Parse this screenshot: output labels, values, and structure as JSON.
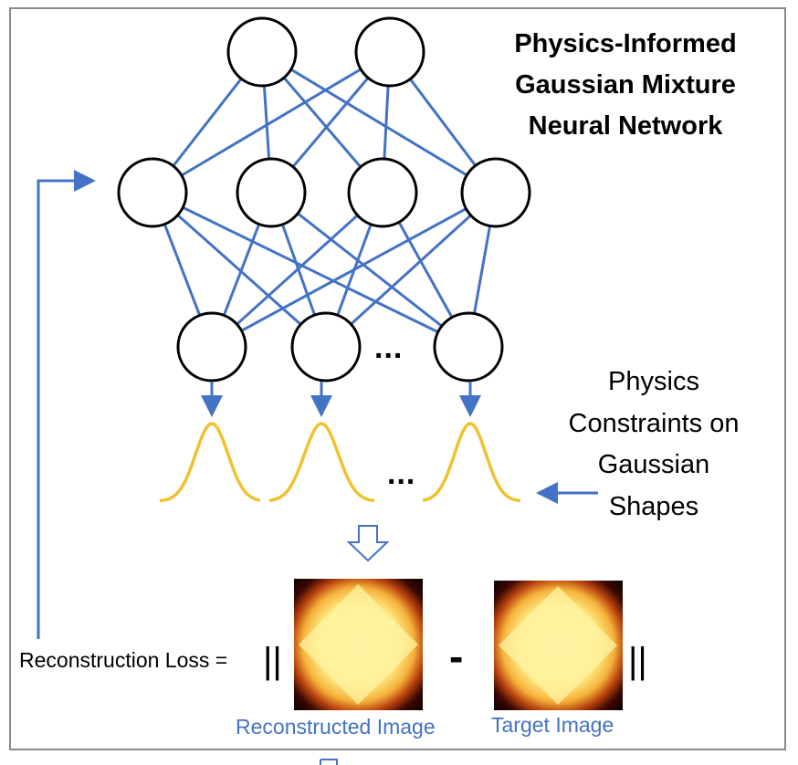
{
  "title_lines": [
    "Physics-Informed",
    "Gaussian Mixture",
    "Neural Network"
  ],
  "physics_lines": [
    "Physics",
    "Constraints on",
    "Gaussian",
    "Shapes"
  ],
  "loss_label": "Reconstruction Loss =",
  "norm_open": "||",
  "norm_close": "||",
  "minus_sign": "-",
  "ellipsis": "...",
  "reconstructed_caption": "Reconstructed Image",
  "target_caption": "Target Image",
  "colors": {
    "edge": "#4472c4",
    "gaussian": "#f2c12e",
    "node_stroke": "#000000",
    "frame": "#8a8a8a",
    "caption": "#4472c4"
  }
}
